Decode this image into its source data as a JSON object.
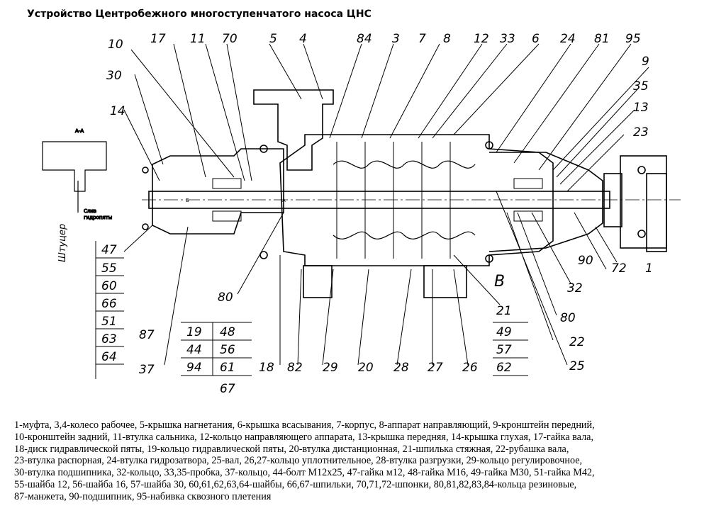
{
  "title": "Устройство Центробежного многоступенчатого насоса ЦНС",
  "callouts": {
    "top": [
      "10",
      "17",
      "11",
      "70",
      "5",
      "4",
      "84",
      "3",
      "7",
      "8",
      "12",
      "33",
      "6",
      "24",
      "81",
      "95"
    ],
    "right": [
      "9",
      "35",
      "13",
      "23",
      "1",
      "72",
      "90",
      "32",
      "80b",
      "22",
      "25"
    ],
    "left": [
      "30",
      "14",
      "47",
      "55",
      "60",
      "66",
      "51",
      "63",
      "64"
    ],
    "bottom": [
      "87",
      "37",
      "80",
      "19",
      "44",
      "94",
      "48",
      "56",
      "61",
      "67",
      "18",
      "82",
      "29",
      "20",
      "28",
      "27",
      "26",
      "21",
      "49",
      "57",
      "62"
    ],
    "values": {
      "10": "10",
      "17": "17",
      "11": "11",
      "70": "70",
      "5": "5",
      "4": "4",
      "84": "84",
      "3": "3",
      "7": "7",
      "8": "8",
      "12": "12",
      "33": "33",
      "6": "6",
      "24": "24",
      "81": "81",
      "95": "95",
      "9": "9",
      "35": "35",
      "13": "13",
      "23": "23",
      "1": "1",
      "72": "72",
      "90": "90",
      "32": "32",
      "80b": "80",
      "22": "22",
      "25": "25",
      "30": "30",
      "14": "14",
      "47": "47",
      "55": "55",
      "60": "60",
      "66": "66",
      "51": "51",
      "63": "63",
      "64": "64",
      "87": "87",
      "37": "37",
      "80": "80",
      "19": "19",
      "44": "44",
      "94": "94",
      "48": "48",
      "56": "56",
      "61": "61",
      "67": "67",
      "18": "18",
      "82": "82",
      "29": "29",
      "20": "20",
      "28": "28",
      "27": "27",
      "26": "26",
      "21": "21",
      "49": "49",
      "57": "57",
      "62": "62"
    }
  },
  "view_labels": {
    "section": "А-А",
    "drain": "Слив",
    "drain2": "гидропяты",
    "fitting": "Штуцер",
    "view_b": "В",
    "mark_a": "А",
    "mark_b": "Б"
  },
  "legend": [
    "1-муфта, 3,4-колесо рабочее, 5-крышка нагнетания, 6-крышка всасывания, 7-корпус, 8-аппарат направляющий, 9-кронштейн передний,",
    "10-кронштейн задний, 11-втулка сальника, 12-кольцо направляющего аппарата, 13-крышка передняя, 14-крышка глухая, 17-гайка вала,",
    "18-диск гидравлической пяты, 19-кольцо гидравлической пяты, 20-втулка дистанционная, 21-шпилька стяжная, 22-рубашка вала,",
    "23-втулка распорная, 24-втулка гидрозатвора, 25-вал, 26,27-кольцо уплотнительное, 28-втулка разгрузки, 29-кольцо регулировочное,",
    "30-втулка подшипника, 32-кольцо, 33,35-пробка, 37-кольцо, 44-болт М12х25, 47-гайка м12, 48-гайка М16, 49-гайка М30, 51-гайка М42,",
    "55-шайба 12, 56-шайба 16, 57-шайба 30, 60,61,62,63,64-шайбы, 66,67-шпильки, 70,71,72-шпонки, 80,81,82,83,84-кольца резиновые,",
    "87-манжета, 90-подшипник, 95-набивка сквозного плетения"
  ]
}
